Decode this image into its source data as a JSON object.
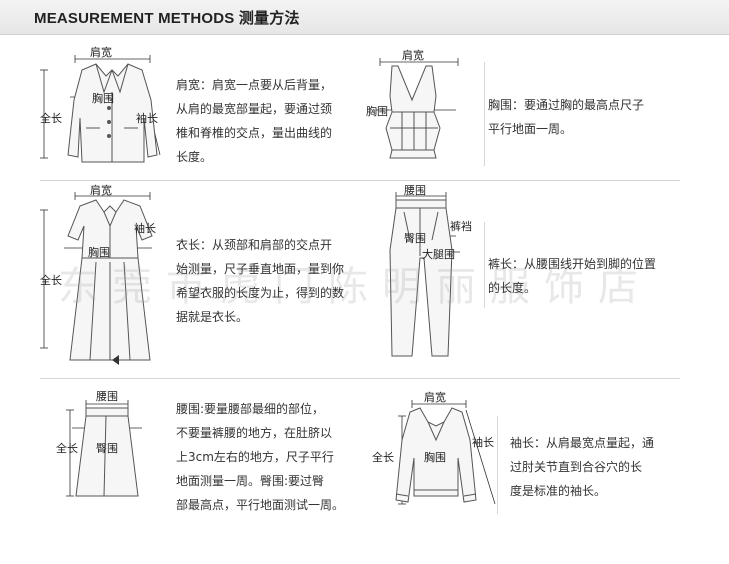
{
  "header": {
    "title": "MEASUREMENT METHODS 测量方法"
  },
  "jacket": {
    "shoulder": "肩宽",
    "chest": "胸围",
    "length": "全长",
    "sleeve": "袖长",
    "desc": [
      "肩宽：肩宽一点要从后背量，",
      "从肩的最宽部量起，要通过颈",
      "椎和脊椎的交点，量出曲线的",
      "长度。"
    ]
  },
  "vest": {
    "shoulder": "肩宽",
    "chest": "胸围",
    "desc": [
      "胸围：要通过胸的最高点尺子",
      "平行地面一周。"
    ]
  },
  "dress": {
    "shoulder": "肩宽",
    "sleeve": "袖长",
    "chest": "胸围",
    "length": "全长",
    "desc": [
      "衣长：从颈部和肩部的交点开",
      "始测量，尺子垂直地面，量到你",
      "希望衣服的长度为止，得到的数",
      "据就是衣长。"
    ]
  },
  "pants": {
    "waist": "腰围",
    "crotch": "裤裆",
    "hip": "臀围",
    "thigh": "大腿围",
    "desc": [
      "裤长：从腰围线开始到脚的位置",
      "的长度。"
    ]
  },
  "skirt": {
    "waist": "腰围",
    "hip": "臀围",
    "length": "全长",
    "desc": [
      "腰围:要量腰部最细的部位，",
      "不要量裤腰的地方，在肚脐以",
      "上3cm左右的地方，尺子平行",
      "地面测量一周。臀围:要过臀",
      "部最高点，平行地面测试一周。"
    ]
  },
  "sweater": {
    "shoulder": "肩宽",
    "sleeve": "袖长",
    "length": "全长",
    "chest": "胸围",
    "desc": [
      "袖长：从肩最宽点量起，通",
      "过肘关节直到合谷穴的长",
      "度是标准的袖长。"
    ]
  },
  "watermark": "东莞市虎门陈明丽服饰店"
}
